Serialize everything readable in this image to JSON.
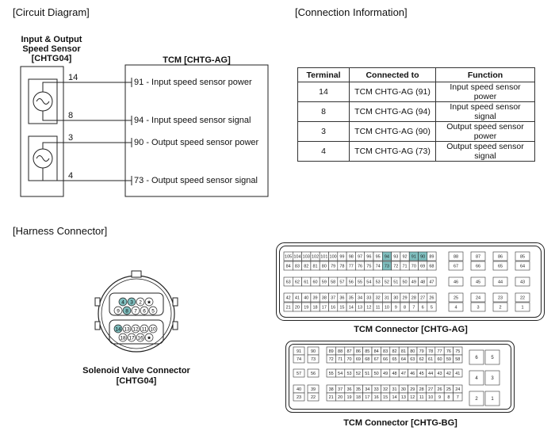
{
  "circuit": {
    "header": "[Circuit Diagram]",
    "sensor_title": [
      "Input & Output",
      "Speed Sensor",
      "[CHTG04]"
    ],
    "tcm_title": "TCM [CHTG-AG]",
    "wires": [
      {
        "terminal": "14",
        "pin": "91",
        "label": "- Input speed sensor power"
      },
      {
        "terminal": "8",
        "pin": "94",
        "label": "- Input speed sensor signal"
      },
      {
        "terminal": "3",
        "pin": "90",
        "label": "- Output speed sensor power"
      },
      {
        "terminal": "4",
        "pin": "73",
        "label": "- Output speed sensor signal"
      }
    ]
  },
  "connection": {
    "header": "[Connection Information]",
    "columns": [
      "Terminal",
      "Connected to",
      "Function"
    ],
    "rows": [
      [
        "14",
        "TCM CHTG-AG (91)",
        "Input speed sensor power"
      ],
      [
        "8",
        "TCM CHTG-AG (94)",
        "Input speed sensor signal"
      ],
      [
        "3",
        "TCM CHTG-AG (90)",
        "Output speed sensor power"
      ],
      [
        "4",
        "TCM CHTG-AG (73)",
        "Output speed sensor signal"
      ]
    ]
  },
  "harness": {
    "header": "[Harness Connector]",
    "solenoid_caption": [
      "Solenoid Valve Connector",
      "[CHTG04]"
    ],
    "solenoid_rows": [
      [
        "4",
        "3",
        "2",
        "★"
      ],
      [
        "9",
        "8",
        "7",
        "6",
        "5"
      ],
      [
        "14",
        "13",
        "12",
        "11",
        "10"
      ],
      [
        "18",
        "17",
        "16",
        "★"
      ]
    ],
    "solenoid_highlight": [
      "4",
      "3",
      "8",
      "14"
    ],
    "ag_caption": "TCM Connector [CHTG-AG]",
    "ag_main_rows": [
      [
        "105",
        "104",
        "103",
        "102",
        "101",
        "100",
        "99",
        "98",
        "97",
        "96",
        "95",
        "94",
        "93",
        "92",
        "91",
        "90",
        "89"
      ],
      [
        "84",
        "83",
        "82",
        "81",
        "80",
        "79",
        "78",
        "77",
        "76",
        "75",
        "74",
        "73",
        "72",
        "71",
        "70",
        "69",
        "68"
      ],
      [
        "63",
        "62",
        "61",
        "60",
        "59",
        "58",
        "57",
        "56",
        "55",
        "54",
        "53",
        "52",
        "51",
        "50",
        "49",
        "48",
        "47"
      ],
      [
        "42",
        "41",
        "40",
        "39",
        "38",
        "37",
        "36",
        "35",
        "34",
        "33",
        "32",
        "31",
        "30",
        "29",
        "28",
        "27",
        "26"
      ],
      [
        "21",
        "20",
        "19",
        "18",
        "17",
        "16",
        "15",
        "14",
        "13",
        "12",
        "11",
        "10",
        "9",
        "8",
        "7",
        "6",
        "5"
      ]
    ],
    "ag_side_rows": [
      [
        "88",
        "87",
        "86",
        "85"
      ],
      [
        "67",
        "66",
        "65",
        "64"
      ],
      [
        "46",
        "45",
        "44",
        "43"
      ],
      [
        "25",
        "24",
        "23",
        "22"
      ],
      [
        "4",
        "3",
        "2",
        "1"
      ]
    ],
    "ag_highlight": [
      "94",
      "91",
      "90",
      "73"
    ],
    "bg_caption": "TCM Connector [CHTG-BG]",
    "bg_left": [
      [
        "91",
        "90"
      ],
      [
        "74",
        "73"
      ],
      [
        "57",
        "56"
      ],
      [
        "40",
        "39"
      ],
      [
        "23",
        "22"
      ]
    ],
    "bg_main": [
      [
        "89",
        "88",
        "87",
        "86",
        "85",
        "84",
        "83",
        "82",
        "81",
        "80",
        "79",
        "78",
        "77",
        "76",
        "75"
      ],
      [
        "72",
        "71",
        "70",
        "69",
        "68",
        "67",
        "66",
        "65",
        "64",
        "63",
        "62",
        "61",
        "60",
        "59",
        "58"
      ],
      [
        "55",
        "54",
        "53",
        "52",
        "51",
        "50",
        "49",
        "48",
        "47",
        "46",
        "45",
        "44",
        "43",
        "42",
        "41"
      ],
      [
        "38",
        "37",
        "36",
        "35",
        "34",
        "33",
        "32",
        "31",
        "30",
        "29",
        "28",
        "27",
        "26",
        "25",
        "24"
      ],
      [
        "21",
        "20",
        "19",
        "18",
        "17",
        "16",
        "15",
        "14",
        "13",
        "12",
        "11",
        "10",
        "9",
        "8",
        "7"
      ]
    ],
    "bg_right": [
      [
        "6",
        "5"
      ],
      [
        "4",
        "3"
      ],
      [
        "2",
        "1"
      ]
    ]
  },
  "colors": {
    "highlight": "#7fbfbf",
    "line": "#222"
  }
}
